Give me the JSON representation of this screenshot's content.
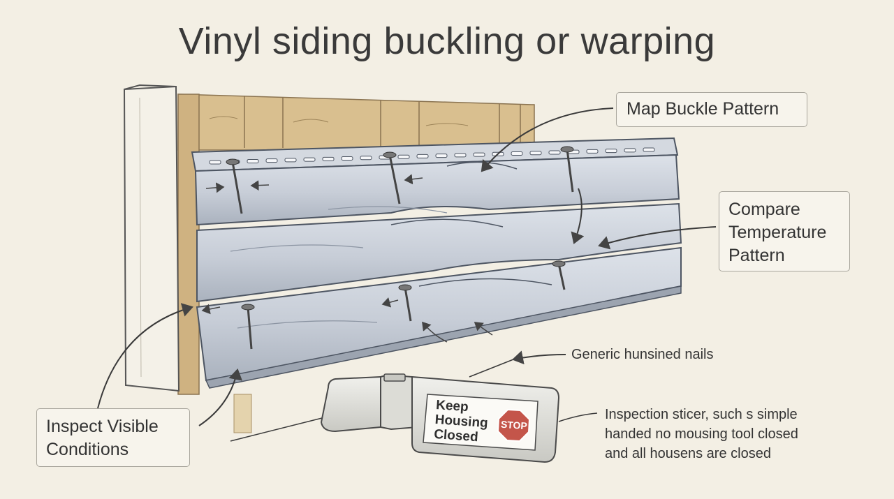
{
  "title": "Vinyl siding buckling or warping",
  "callouts": {
    "map_buckle": "Map Buckle Pattern",
    "compare_temp_1": "Compare",
    "compare_temp_2": "Temperature",
    "compare_temp_3": "Pattern",
    "inspect_1": "Inspect Visible",
    "inspect_2": "Conditions"
  },
  "notes": {
    "nails": "Generic hunsined nails",
    "sticker_1": "Inspection sticer, such s simple",
    "sticker_2": "handed no mousing tool closed",
    "sticker_3": "and all housens are closed"
  },
  "tool": {
    "label_1": "Keep",
    "label_2": "Housing",
    "label_3": "Closed",
    "stop": "STOP"
  },
  "colors": {
    "background": "#f3efe4",
    "siding": "#c9cfd8",
    "wood": "#d9bf8f",
    "stop_sign": "#c4554a"
  },
  "icons": [
    "nail-icon",
    "stop-sign-icon"
  ]
}
